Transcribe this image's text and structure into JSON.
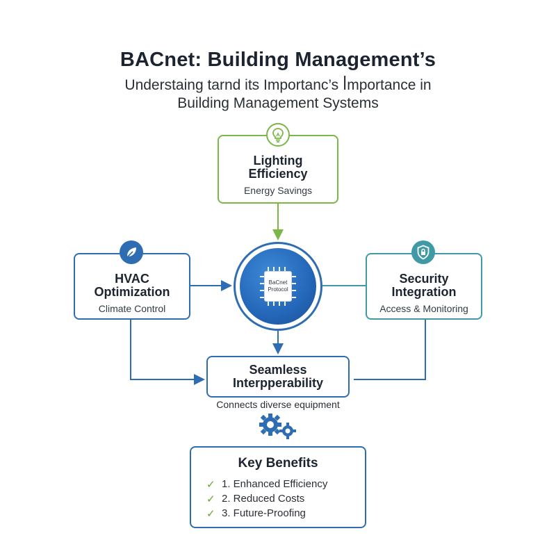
{
  "header": {
    "title": "BACnet: Building Management’s",
    "subtitle_line1": "Understaing tarnd its Importanc’s ꟾmportance in",
    "subtitle_line2": "Building Management Systems"
  },
  "nodes": {
    "lighting": {
      "title_line1": "Lighting",
      "title_line2": "Efficiency",
      "subtitle": "Energy Savings",
      "icon": "lightbulb-icon"
    },
    "hvac": {
      "title_line1": "HVAC",
      "title_line2": "Optimization",
      "subtitle": "Climate Control",
      "icon": "leaf-icon"
    },
    "security": {
      "title_line1": "Security",
      "title_line2": "Integration",
      "subtitle": "Access & Monitoring",
      "icon": "shield-lock-icon"
    },
    "hub": {
      "line1": "BaCnet",
      "line2": "Protocol",
      "icon": "chip-icon"
    },
    "interop": {
      "title_line1": "Seamless",
      "title_line2": "Interpperability",
      "caption": "Connects diverse equipment",
      "icon": "gears-icon"
    }
  },
  "benefits": {
    "title": "Key Benefits",
    "items": [
      "1. Enhanced Efficiency",
      "2. Reduced Costs",
      "3. Future-Proofing"
    ],
    "check_icon": "check-icon"
  },
  "colors": {
    "blue": "#2f6db3",
    "green": "#7ab648",
    "teal": "#3f9aa6"
  }
}
